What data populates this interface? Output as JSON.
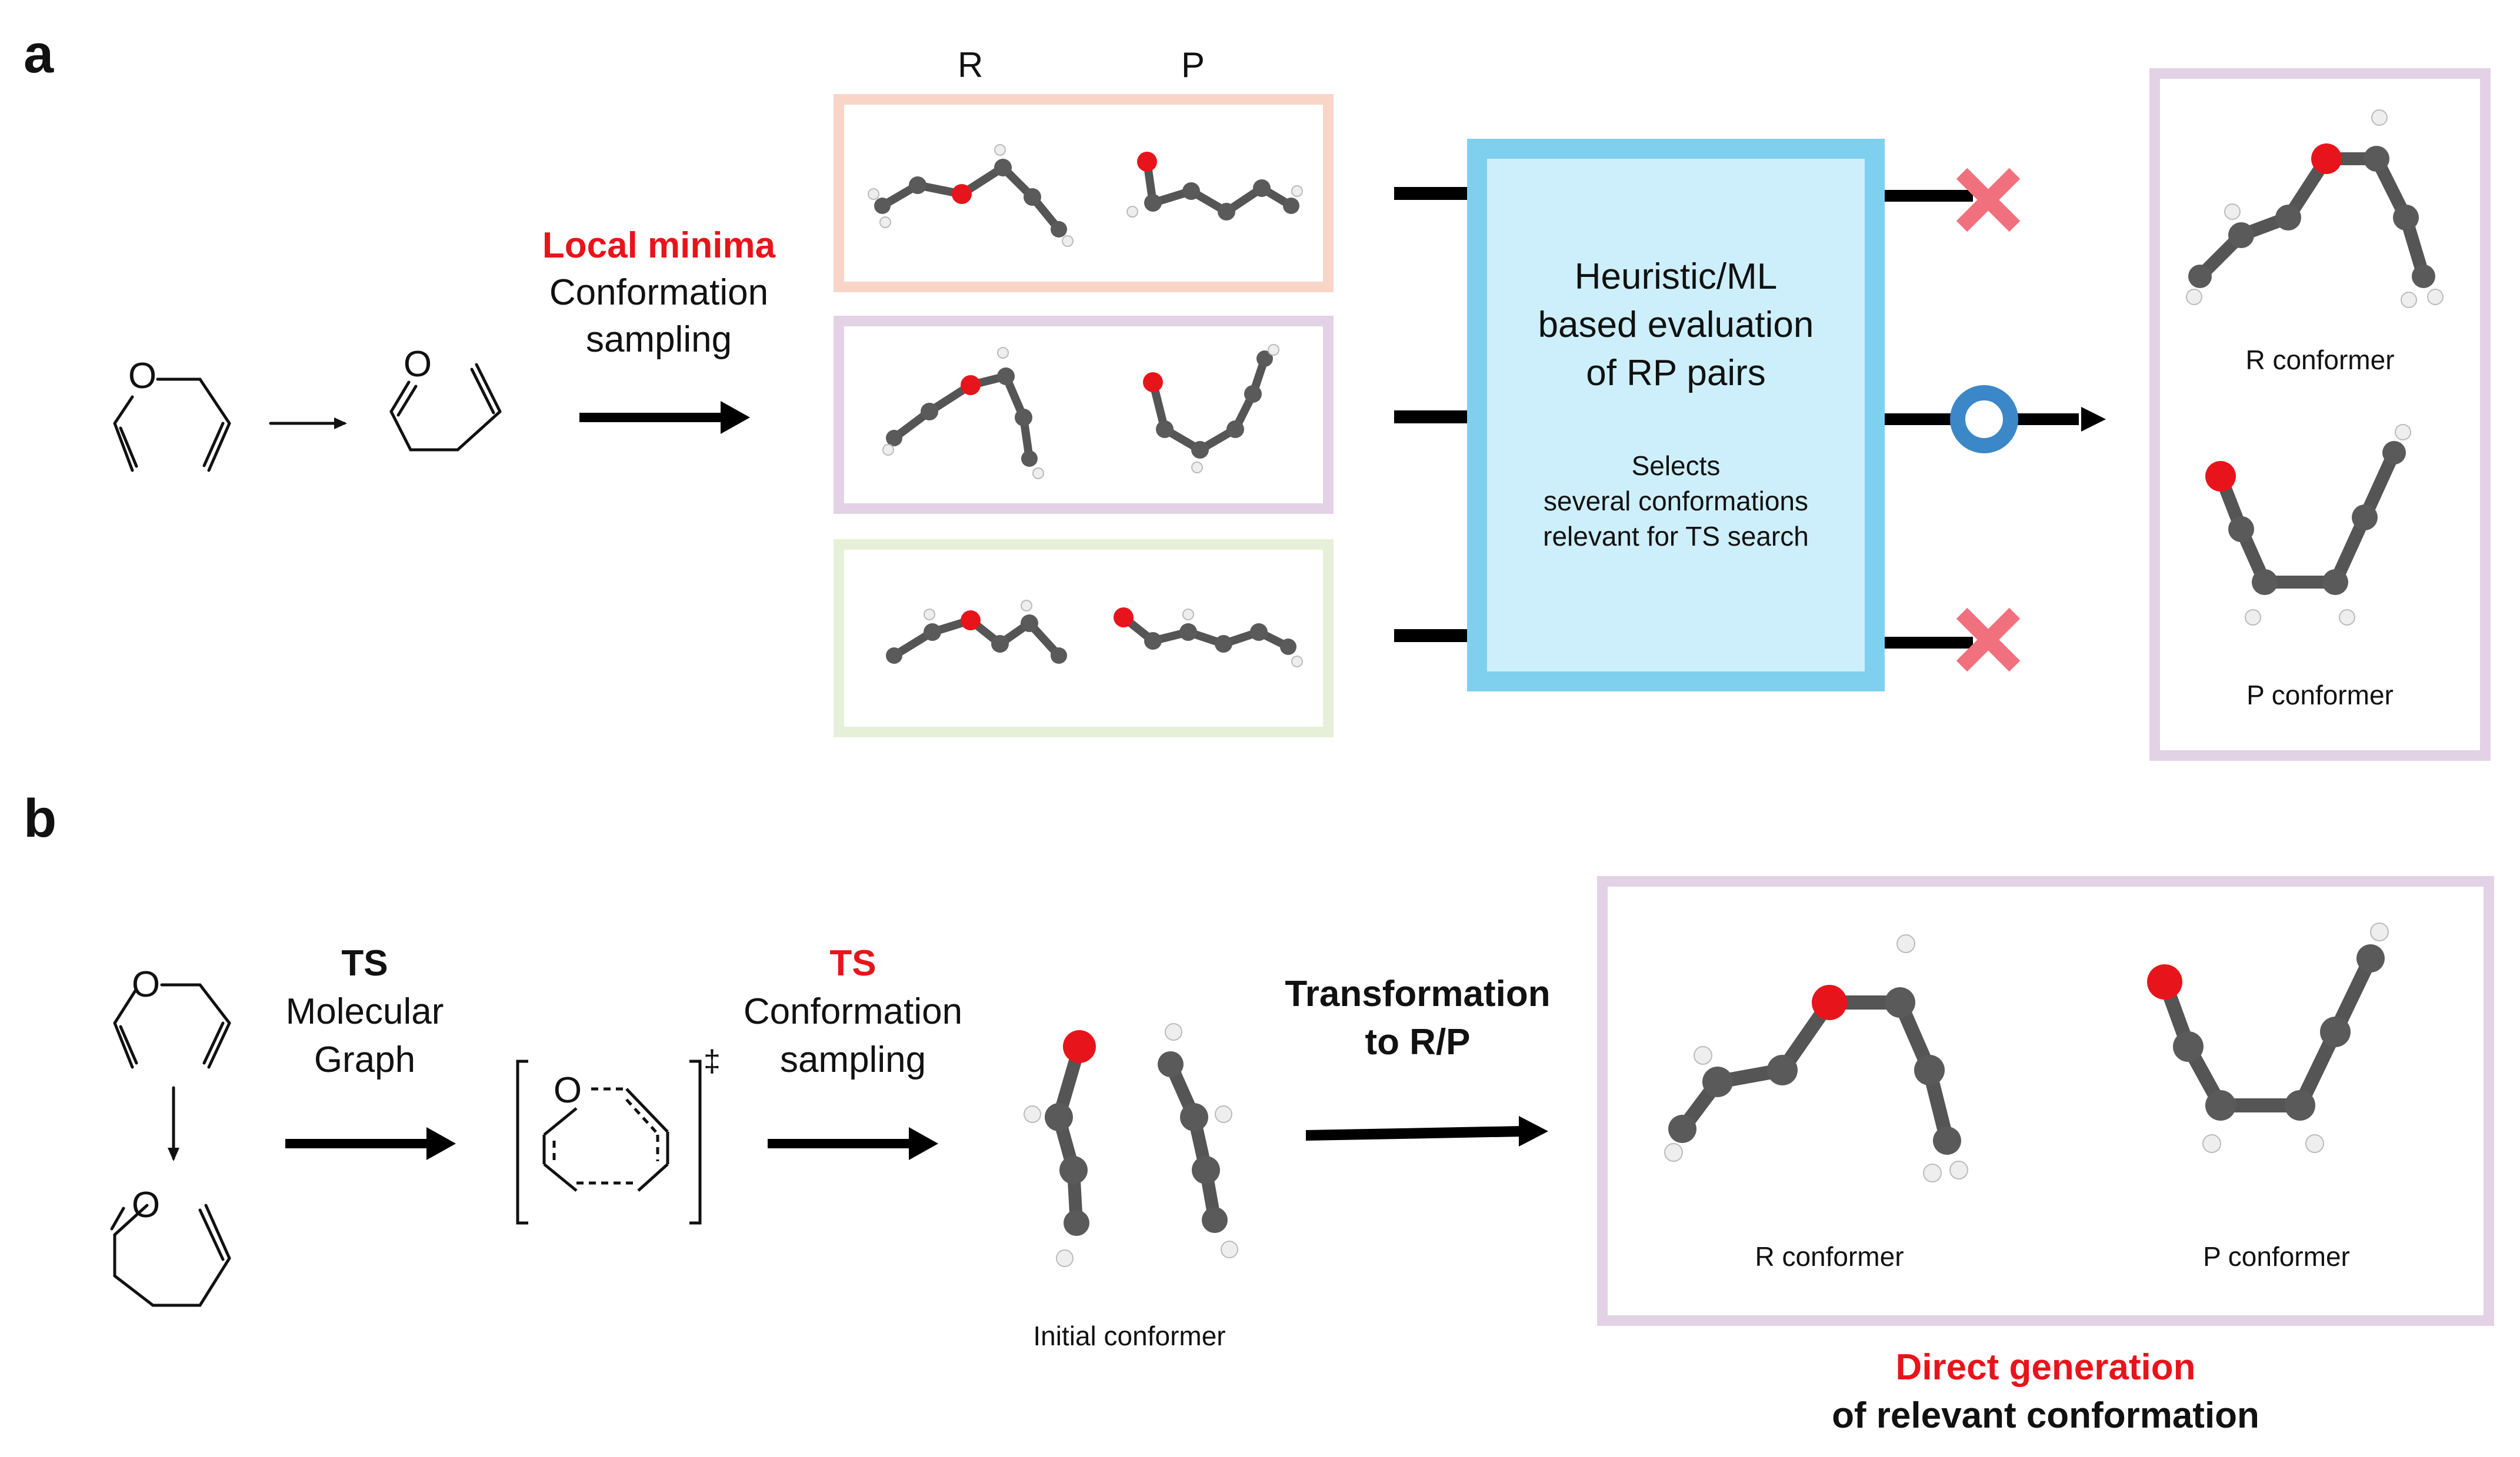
{
  "panel_a": {
    "label": "a",
    "column_headers": {
      "r": "R",
      "p": "P"
    },
    "sampling": {
      "highlight": "Local minima",
      "line1": "Conformation",
      "line2": "sampling"
    },
    "evaluation": {
      "title_lines": [
        "Heuristic/ML",
        "based evaluation",
        "of RP pairs"
      ],
      "sub_lines": [
        "Selects",
        "several conformations",
        "relevant for TS search"
      ]
    },
    "selected": {
      "r_label": "R conformer",
      "p_label": "P conformer"
    },
    "outcomes": [
      "rejected",
      "selected",
      "rejected"
    ]
  },
  "panel_b": {
    "label": "b",
    "graph": {
      "bold": "TS",
      "line1": "Molecular",
      "line2": "Graph"
    },
    "ts_symbol": "‡",
    "ts_sampling": {
      "highlight": "TS",
      "line1": "Conformation",
      "line2": "sampling"
    },
    "initial_label": "Initial conformer",
    "transformation": {
      "line1": "Transformation",
      "line2": "to R/P"
    },
    "result": {
      "r_label": "R conformer",
      "p_label": "P conformer"
    },
    "conclusion": {
      "highlight": "Direct generation",
      "line2": "of relevant conformation"
    }
  },
  "colors": {
    "salmon_box": "#f9d5c8",
    "lilac_box": "#e3d1e6",
    "green_box": "#e6f0d8",
    "eval_border": "#7fd0ef",
    "eval_fill": "#cdeffb",
    "reject_mark": "#f0707e",
    "accept_ring": "#3c87c8",
    "highlight_text": "#e8141b",
    "atom_carbon": "#5a5a5a",
    "atom_oxygen": "#e8141b",
    "atom_hydrogen": "#eeeeee"
  }
}
